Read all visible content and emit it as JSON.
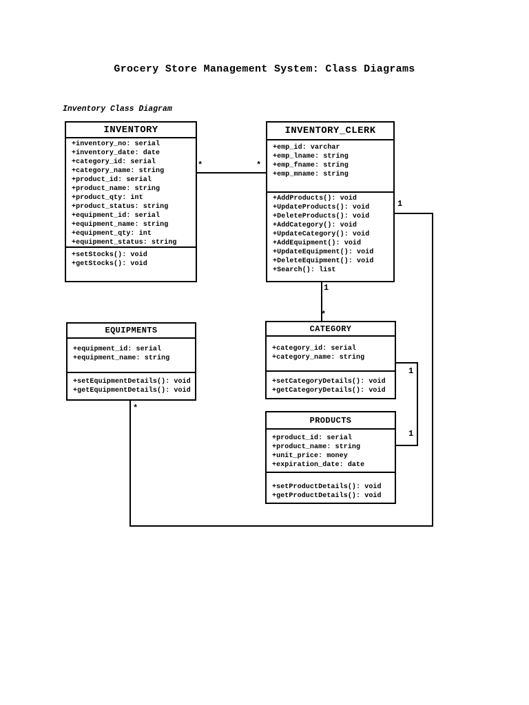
{
  "page": {
    "title": "Grocery Store Management System: Class Diagrams",
    "subtitle": "Inventory Class Diagram"
  },
  "colors": {
    "line": "#000000",
    "background": "#ffffff",
    "text": "#000000"
  },
  "classes": [
    {
      "name": "INVENTORY",
      "attributes": [
        "+inventory_no: serial",
        "+inventory_date: date",
        "+category_id: serial",
        "+category_name: string",
        "+product_id: serial",
        "+product_name: string",
        "+product_qty: int",
        "+product_status: string",
        "+equipment_id: serial",
        "+equipment_name: string",
        "+equipment_qty: int",
        "+equipment_status: string"
      ],
      "methods": [
        "+setStocks(): void",
        "+getStocks(): void"
      ]
    },
    {
      "name": "INVENTORY_CLERK",
      "attributes": [
        "+emp_id: varchar",
        "+emp_lname: string",
        "+emp_fname: string",
        "+emp_mname: string"
      ],
      "methods": [
        "+AddProducts(): void",
        "+UpdateProducts(): void",
        "+DeleteProducts(): void",
        "+AddCategory(): void",
        "+UpdateCategory(): void",
        "+AddEquipment(): void",
        "+UpdateEquipment(): void",
        "+DeleteEquipment(): void",
        "+Search(): list"
      ]
    },
    {
      "name": "EQUIPMENTS",
      "attributes": [
        "+equipment_id: serial",
        "+equipment_name: string"
      ],
      "methods": [
        "+setEquipmentDetails(): void",
        "+getEquipmentDetails(): void"
      ]
    },
    {
      "name": "CATEGORY",
      "attributes": [
        "+category_id: serial",
        "+category_name: string"
      ],
      "methods": [
        "+setCategoryDetails(): void",
        "+getCategoryDetails(): void"
      ]
    },
    {
      "name": "PRODUCTS",
      "attributes": [
        "+product_id: serial",
        "+product_name: string",
        "+unit_price: money",
        "+expiration_date: date"
      ],
      "methods": [
        "+setProductDetails(): void",
        "+getProductDetails(): void"
      ]
    }
  ],
  "relationships": [
    {
      "from": "INVENTORY",
      "to": "INVENTORY_CLERK",
      "from_label": "*",
      "to_label": "*"
    },
    {
      "from": "INVENTORY_CLERK",
      "to": "CATEGORY",
      "from_label": "1",
      "to_label": "*"
    },
    {
      "from": "INVENTORY_CLERK",
      "to": "EQUIPMENTS",
      "from_label": "1",
      "to_label": "*"
    },
    {
      "from": "CATEGORY",
      "to": "PRODUCTS",
      "from_label": "1",
      "to_label": "1"
    }
  ]
}
